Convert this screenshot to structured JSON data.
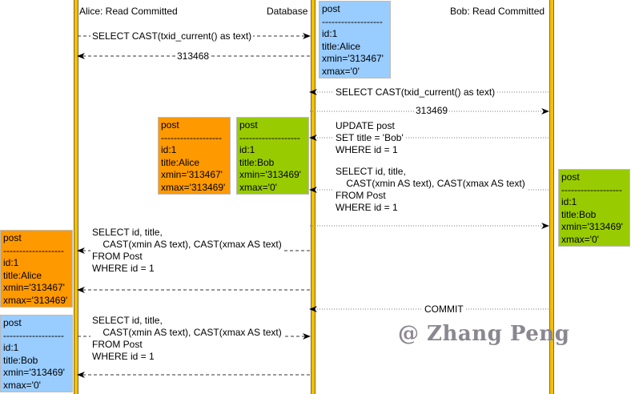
{
  "actors": {
    "alice": "Alice: Read Committed",
    "database": "Database",
    "bob": "Bob: Read Committed"
  },
  "messages": [
    {
      "from": "alice",
      "to": "database",
      "style": "dashed",
      "text": "SELECT CAST(txid_current() as text)"
    },
    {
      "from": "database",
      "to": "alice",
      "style": "dashed",
      "text": "313468"
    },
    {
      "from": "bob",
      "to": "database",
      "style": "dotted",
      "text": "SELECT CAST(txid_current() as text)"
    },
    {
      "from": "database",
      "to": "bob",
      "style": "dotted",
      "text": "313469"
    },
    {
      "from": "bob",
      "to": "database",
      "style": "dotted",
      "text": "UPDATE post\nSET title = 'Bob'\nWHERE id = 1"
    },
    {
      "from": "bob",
      "to": "database",
      "style": "dotted",
      "text": "SELECT id, title,\n    CAST(xmin AS text), CAST(xmax AS text)\nFROM Post\nWHERE id = 1"
    },
    {
      "from": "database",
      "to": "bob",
      "style": "dotted",
      "text": ""
    },
    {
      "from": "database",
      "to": "alice",
      "style": "dashed",
      "text": "SELECT id, title,\n    CAST(xmin AS text), CAST(xmax AS text)\nFROM Post\nWHERE id = 1"
    },
    {
      "from": "database",
      "to": "alice",
      "style": "dashed",
      "text": ""
    },
    {
      "from": "bob",
      "to": "database",
      "style": "dotted",
      "text": "COMMIT"
    },
    {
      "from": "alice",
      "to": "database",
      "style": "dashed",
      "text": "SELECT id, title,\n    CAST(xmin AS text), CAST(xmax AS text)\nFROM Post\nWHERE id = 1"
    },
    {
      "from": "database",
      "to": "alice",
      "style": "dashed",
      "text": ""
    }
  ],
  "rows": {
    "db_initial": {
      "color": "#99ccff",
      "text": "post\n-------------------\nid:1\ntitle:Alice\nxmin='313467'\nxmax='0'"
    },
    "db_old_version": {
      "color": "#ff9900",
      "text": "post\n-------------------\nid:1\ntitle:Alice\nxmin='313467'\nxmax='313469'"
    },
    "db_new_version": {
      "color": "#99cc00",
      "text": "post\n-------------------\nid:1\ntitle:Bob\nxmin='313469'\nxmax='0'"
    },
    "bob_result": {
      "color": "#99cc00",
      "text": "post\n-------------------\nid:1\ntitle:Bob\nxmin='313469'\nxmax='0'"
    },
    "alice_result_1": {
      "color": "#ff9900",
      "text": "post\n-------------------\nid:1\ntitle:Alice\nxmin='313467'\nxmax='313469'"
    },
    "alice_result_2": {
      "color": "#99ccff",
      "text": "post\n-------------------\nid:1\ntitle:Bob\nxmin='313469'\nxmax='0'"
    }
  },
  "watermark": "@ Zhang Peng"
}
